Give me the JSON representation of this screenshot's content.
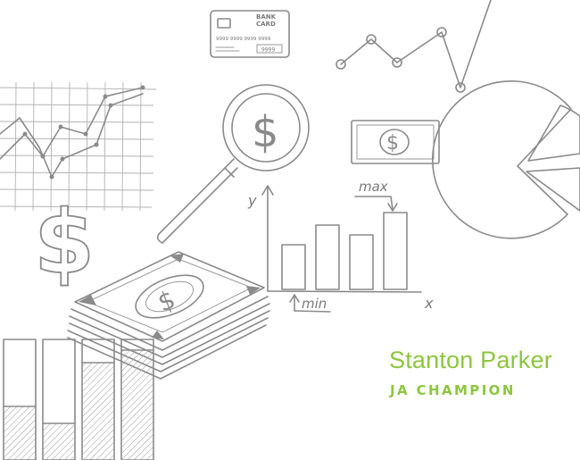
{
  "caption": {
    "name": "Stanton Parker",
    "title": "JA CHAMPION"
  },
  "illustration": {
    "bank_card_line1": "BANK",
    "bank_card_line2": "CARD",
    "bank_card_digits": "9999 9999 9999 9999",
    "bank_card_short": "9999",
    "chart_label_max": "max",
    "chart_label_min": "min",
    "axis_y": "y",
    "axis_x": "x",
    "dollar_sign": "$"
  },
  "colors": {
    "accent_green": "#8cc63f",
    "sketch_gray": "#8a8a8a"
  }
}
